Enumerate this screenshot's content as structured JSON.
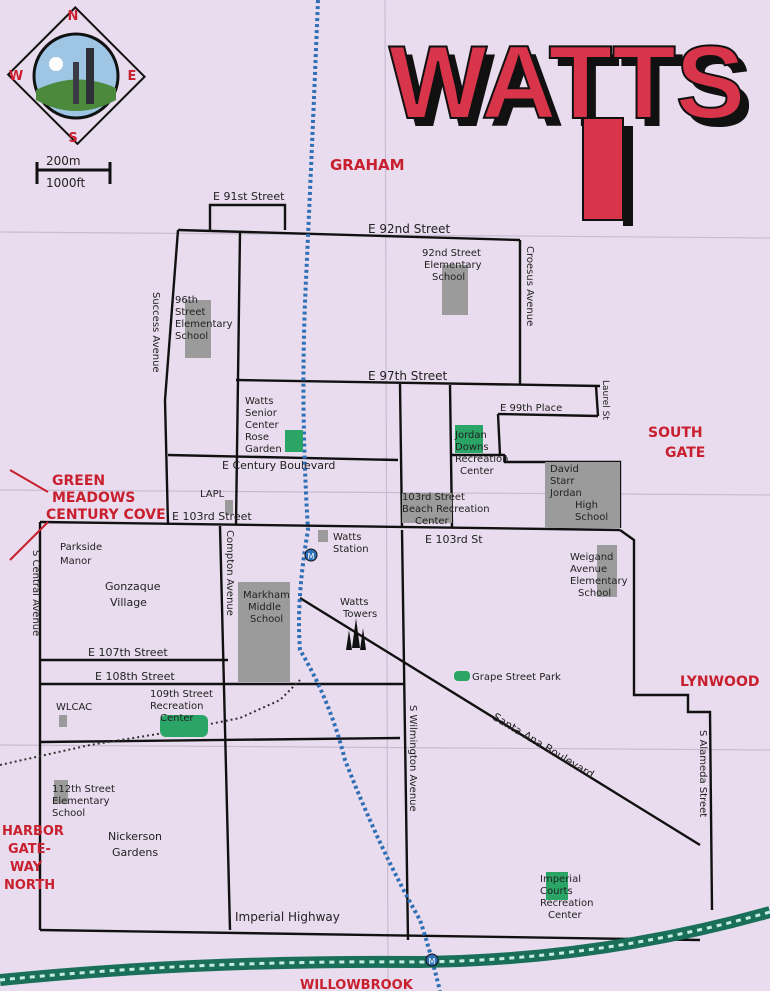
{
  "title": "WATTS",
  "compass": {
    "n": "N",
    "s": "S",
    "e": "E",
    "w": "W"
  },
  "scale": {
    "top": "200m",
    "bottom": "1000ft"
  },
  "neighbors": {
    "graham": "GRAHAM",
    "south_gate_1": "SOUTH",
    "south_gate_2": "GATE",
    "green_meadows_1": "GREEN",
    "green_meadows_2": "MEADOWS",
    "century_cove": "CENTURY COVE",
    "lynwood": "LYNWOOD",
    "harbor_1": "HARBOR",
    "harbor_2": "GATE-",
    "harbor_3": "WAY",
    "harbor_4": "NORTH",
    "willowbrook": "WILLOWBROOK"
  },
  "streets": {
    "e91": "E 91st Street",
    "e92": "E 92nd Street",
    "e97": "E 97th Street",
    "e99": "E 99th Place",
    "century": "E   Century Boulevard",
    "e103_w": "E 103rd   Street",
    "e103_e": "E 103rd St",
    "e107": "E 107th Street",
    "e108": "E 108th Street",
    "imperial": "Imperial Highway",
    "santa_ana": "Santa Ana Boulevard",
    "central": "S Central Avenue",
    "compton": "Compton Avenue",
    "success": "Success Avenue",
    "croesus": "Croesus Avenue",
    "wilmington": "S Wilmington Avenue",
    "alameda": "S Alameda Street",
    "laurel": "Laurel St"
  },
  "places": {
    "school_96": [
      "96th",
      "Street",
      "Elementary",
      "School"
    ],
    "school_92": [
      "92nd Street",
      "Elementary",
      "School"
    ],
    "senior_center": [
      "Watts",
      "Senior",
      "Center",
      "Rose",
      "Garden"
    ],
    "jordan_downs": [
      "Jordan",
      "Downs",
      "Recreation",
      "Center"
    ],
    "jordan_hs": [
      "David",
      "Starr",
      "Jordan",
      "High",
      "School"
    ],
    "lapl": "LAPL",
    "center_103": [
      "103rd Street",
      "Beach Recreation",
      "Center"
    ],
    "watts_station": [
      "Watts",
      "Station"
    ],
    "parkside": [
      "Parkside",
      "Manor"
    ],
    "gonzaque": [
      "Gonzaque",
      "Village"
    ],
    "markham": [
      "Markham",
      "Middle",
      "School"
    ],
    "watts_towers": [
      "Watts",
      "Towers"
    ],
    "weigand": [
      "Weigand",
      "Avenue",
      "Elementary",
      "School"
    ],
    "grape": "Grape Street Park",
    "center_109": [
      "109th Street",
      "Recreation",
      "Center"
    ],
    "wlcac": "WLCAC",
    "school_112": [
      "112th Street",
      "Elementary",
      "School"
    ],
    "nickerson": [
      "Nickerson",
      "Gardens"
    ],
    "imperial_courts": [
      "Imperial",
      "Courts",
      "Recreation",
      "Center"
    ]
  },
  "metro_marker": "M",
  "colors": {
    "title_red": "#d8344a",
    "park_green": "#2aa566",
    "building_gray": "#9b9b9b",
    "metro_blue": "#2f6fb5",
    "rail_teal": "#1a6f5a",
    "neighbor_red": "#c8202e"
  }
}
